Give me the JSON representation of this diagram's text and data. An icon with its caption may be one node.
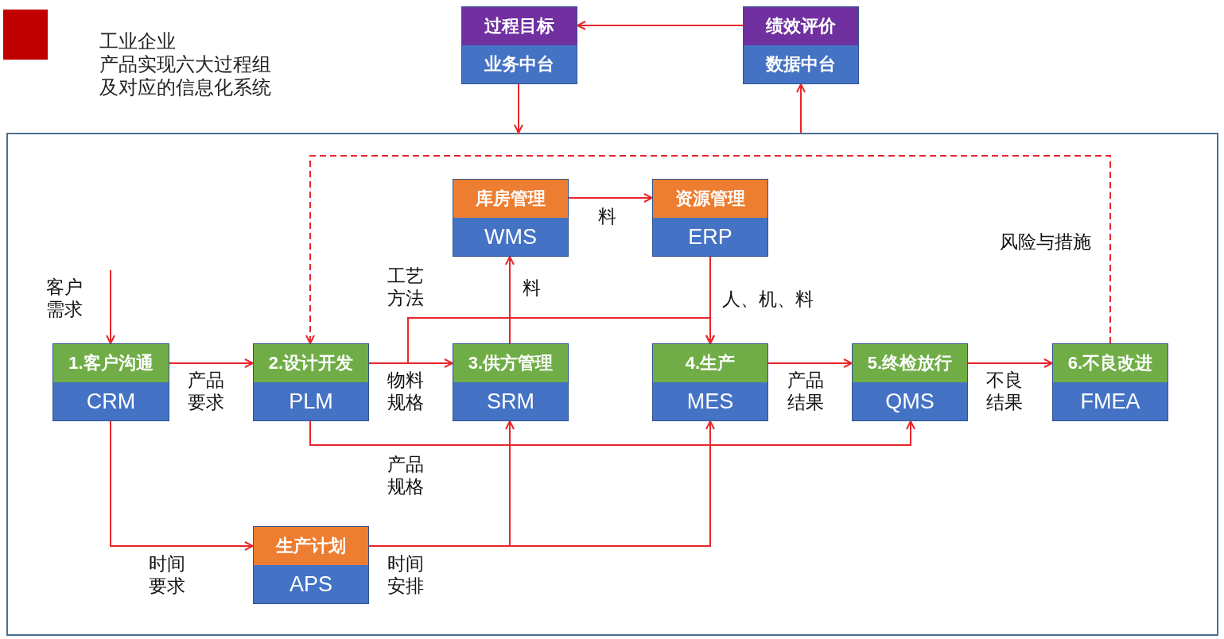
{
  "diagram": {
    "title": "工业企业产品实现六大过程组及对应的信息化系统",
    "nodes": [
      {
        "text": [
          "过程目标",
          "业务中台"
        ]
      },
      {
        "text": [
          "绩效评价",
          "数据中台"
        ]
      },
      {
        "text": [],
        "shape": "box"
      },
      {
        "text": [
          "库房管理",
          "WMS"
        ],
        "in": 2
      },
      {
        "text": [
          "资源管理",
          "ERP"
        ],
        "in": 2
      },
      {
        "text": [
          "1.客户沟通",
          "CRM"
        ],
        "in": 2
      },
      {
        "text": [
          "2.设计开发",
          "PLM"
        ],
        "in": 2
      },
      {
        "text": [
          "3.供方管理",
          "SRM"
        ],
        "in": 2
      },
      {
        "text": [
          "4.生产",
          "MES"
        ],
        "in": 2
      },
      {
        "text": [
          "5.终检放行",
          "QMS"
        ],
        "in": 2
      },
      {
        "text": [
          "6.不良改进",
          "FMEA"
        ],
        "in": 2
      },
      {
        "text": [
          "生产计划",
          "APS"
        ],
        "in": 2
      }
    ],
    "edges": [
      {
        "from": 1,
        "to": 0,
        "arrow": "to"
      },
      {
        "from": 0,
        "to": 2,
        "arrow": "to"
      },
      {
        "from": 2,
        "to": 1,
        "arrow": "to"
      },
      {
        "from": null,
        "to": 5,
        "arrow": "to",
        "label": "客户需求"
      },
      {
        "from": 5,
        "to": 6,
        "arrow": "to",
        "label": "产品要求"
      },
      {
        "from": 6,
        "to": 7,
        "arrow": "to",
        "label": "物料规格"
      },
      {
        "from": 6,
        "to": 8,
        "arrow": "to",
        "label": "工艺方法"
      },
      {
        "from": 7,
        "to": 3,
        "arrow": "to",
        "label": "料"
      },
      {
        "from": 3,
        "to": 4,
        "arrow": "to",
        "label": "料"
      },
      {
        "from": 4,
        "to": 8,
        "arrow": "to",
        "label": "人、机、料"
      },
      {
        "from": 8,
        "to": 9,
        "arrow": "to",
        "label": "产品结果"
      },
      {
        "from": 9,
        "to": 10,
        "arrow": "to",
        "label": "不良结果"
      },
      {
        "from": 10,
        "to": 6,
        "arrow": "to",
        "label": "风险与措施",
        "style": "dashed"
      },
      {
        "from": 6,
        "to": 9,
        "arrow": "to",
        "label": "产品规格"
      },
      {
        "from": 5,
        "to": 11,
        "arrow": "to",
        "label": "时间要求"
      },
      {
        "from": 11,
        "to": 7,
        "arrow": "to",
        "label": "时间安排"
      },
      {
        "from": 11,
        "to": 8,
        "arrow": "to"
      }
    ]
  }
}
